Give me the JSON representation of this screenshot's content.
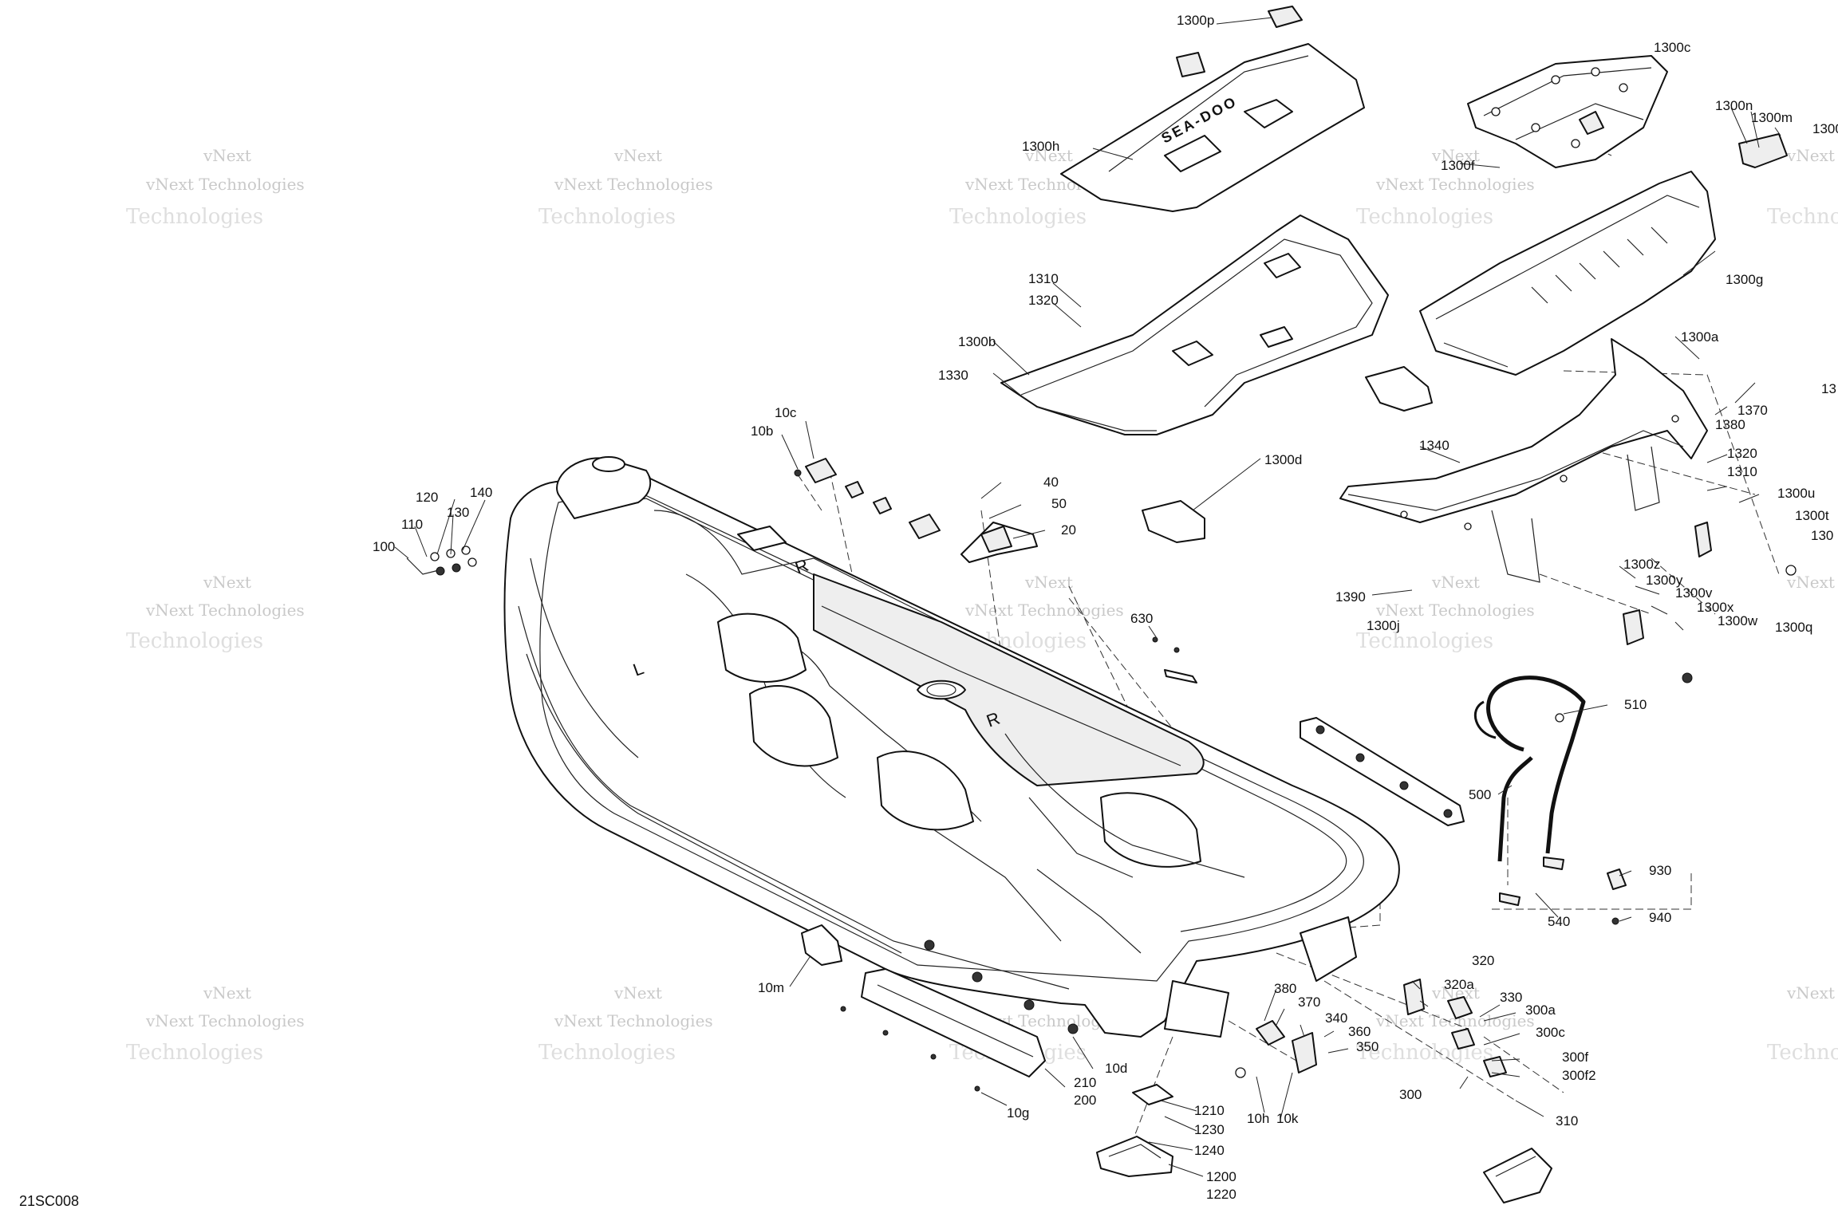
{
  "figure": {
    "reference": "21SC008"
  },
  "watermark": {
    "line1": "vNext Technologies",
    "line2": "Technologies",
    "small": "vNext"
  },
  "parts": {
    "logo_text": "SEA-DOO",
    "hull_marks": [
      "L",
      "R",
      "R"
    ],
    "labels": [
      "1300p",
      "1300c",
      "1300n",
      "1300m",
      "1300",
      "1300h",
      "1300f",
      "1300g",
      "1310",
      "1320",
      "1300b",
      "1330",
      "1300a",
      "1370",
      "1380",
      "13",
      "1300d",
      "1340",
      "1320",
      "1310",
      "1300u",
      "1300t",
      "130",
      "1390",
      "1300z",
      "1300y",
      "1300v",
      "1300x",
      "1300w",
      "1300q",
      "1300j",
      "10c",
      "10b",
      "40",
      "50",
      "20",
      "120",
      "140",
      "130",
      "110",
      "100",
      "630",
      "510",
      "500",
      "540",
      "930",
      "940",
      "10m",
      "380",
      "370",
      "340",
      "360",
      "350",
      "320",
      "320a",
      "330",
      "300a",
      "300c",
      "300f",
      "300f2",
      "300",
      "310",
      "1210",
      "1230",
      "1240",
      "1200",
      "1220",
      "10h",
      "10k",
      "210",
      "200",
      "10d",
      "10g"
    ]
  }
}
